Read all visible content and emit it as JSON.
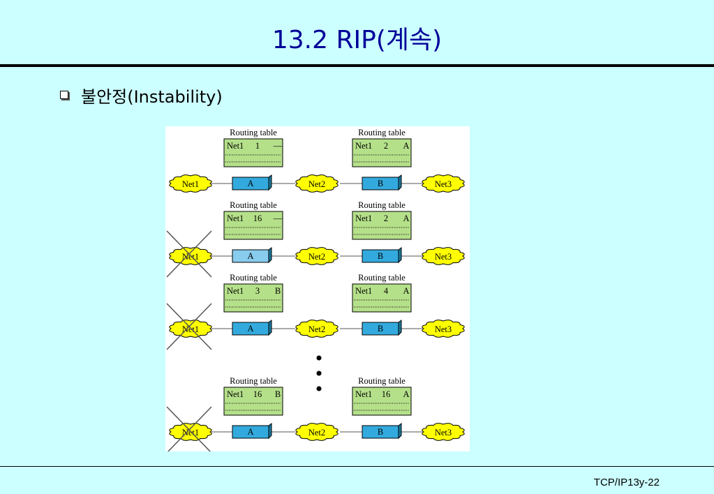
{
  "slide": {
    "title": "13.2 RIP(계속)",
    "bullet": "불안정(Instability)",
    "footer": "TCP/IP13y-22"
  },
  "diagram": {
    "rows": [
      {
        "tables": [
          {
            "title": "Routing table",
            "net": "Net1",
            "cost": "1",
            "next": "—"
          },
          {
            "title": "Routing table",
            "net": "Net1",
            "cost": "2",
            "next": "A"
          }
        ],
        "clouds": [
          "Net1",
          "Net2",
          "Net3"
        ],
        "routers": [
          "A",
          "B"
        ],
        "net1_failed": false,
        "routerA_light": false
      },
      {
        "tables": [
          {
            "title": "Routing table",
            "net": "Net1",
            "cost": "16",
            "next": "—"
          },
          {
            "title": "Routing table",
            "net": "Net1",
            "cost": "2",
            "next": "A"
          }
        ],
        "clouds": [
          "Net1",
          "Net2",
          "Net3"
        ],
        "routers": [
          "A",
          "B"
        ],
        "net1_failed": true,
        "routerA_light": true
      },
      {
        "tables": [
          {
            "title": "Routing table",
            "net": "Net1",
            "cost": "3",
            "next": "B"
          },
          {
            "title": "Routing table",
            "net": "Net1",
            "cost": "4",
            "next": "A"
          }
        ],
        "clouds": [
          "Net1",
          "Net2",
          "Net3"
        ],
        "routers": [
          "A",
          "B"
        ],
        "net1_failed": true,
        "routerA_light": false
      },
      {
        "tables": [
          {
            "title": "Routing table",
            "net": "Net1",
            "cost": "16",
            "next": "B"
          },
          {
            "title": "Routing table",
            "net": "Net1",
            "cost": "16",
            "next": "A"
          }
        ],
        "clouds": [
          "Net1",
          "Net2",
          "Net3"
        ],
        "routers": [
          "A",
          "B"
        ],
        "net1_failed": true,
        "routerA_light": false
      }
    ],
    "colors": {
      "cloud": "#ffff00",
      "table": "#b5e08a",
      "router": "#33aadd",
      "router_light": "#88ccee"
    }
  }
}
